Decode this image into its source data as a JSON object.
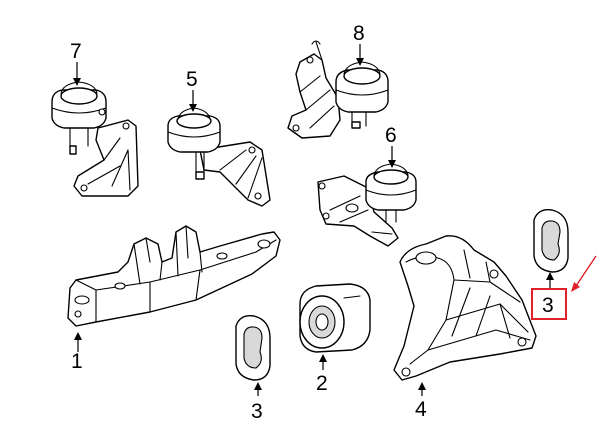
{
  "labels": {
    "part_1": "1",
    "part_2": "2",
    "part_3_left": "3",
    "part_3_right": "3",
    "part_4": "4",
    "part_5": "5",
    "part_6": "6",
    "part_7": "7",
    "part_8": "8"
  },
  "colors": {
    "line": "#000000",
    "highlight": "#e0202a",
    "background": "#ffffff"
  }
}
